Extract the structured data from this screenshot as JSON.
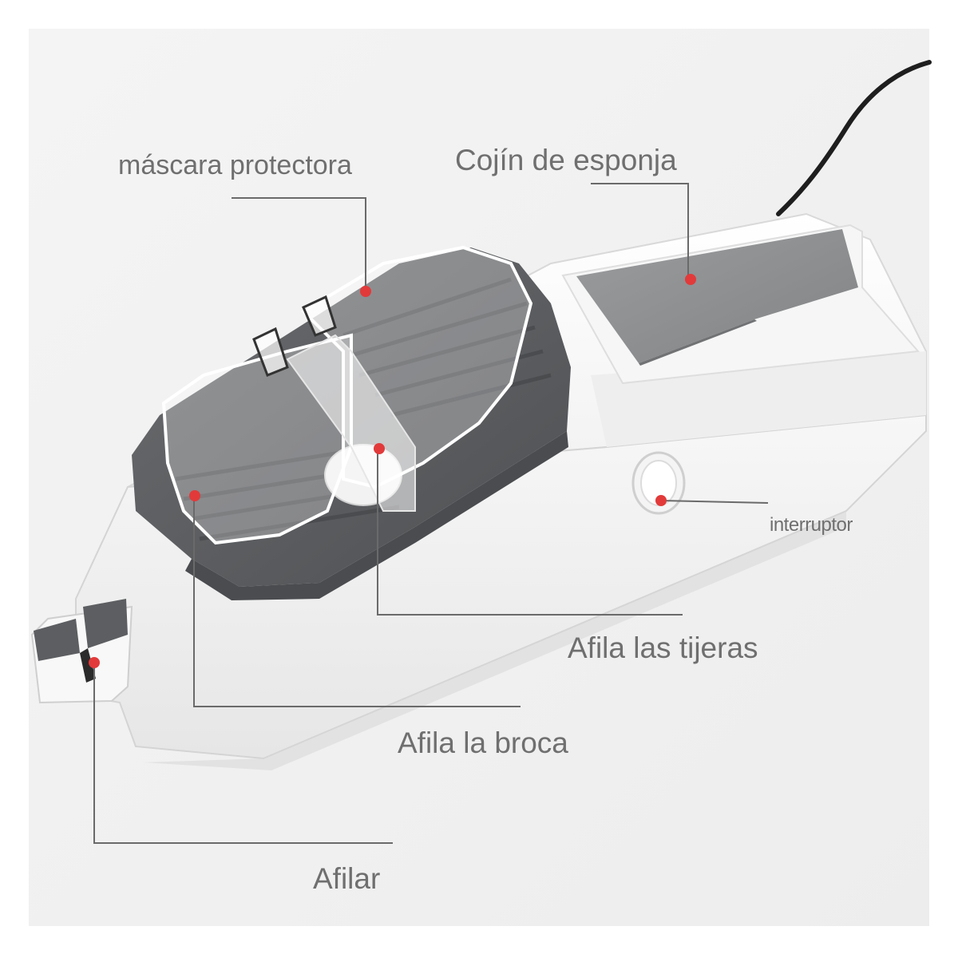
{
  "labels": {
    "mascara": "máscara protectora",
    "cojin": "Cojín de esponja",
    "interruptor": "interruptor",
    "tijeras": "Afila las tijeras",
    "broca": "Afila la broca",
    "afilar": "Afilar"
  },
  "colors": {
    "background": "#f2f2f2",
    "body_white": "#fafafa",
    "body_shadow": "#dcdcdc",
    "dark_gray": "#5b5d60",
    "stone_gray": "#8d8f91",
    "marker_red": "#e23a3a",
    "leader_line": "#6a6a6a",
    "label_text": "#6f6f6f"
  },
  "icons": {
    "markers": "red-dot-marker",
    "switch": "rocker-switch-icon"
  }
}
